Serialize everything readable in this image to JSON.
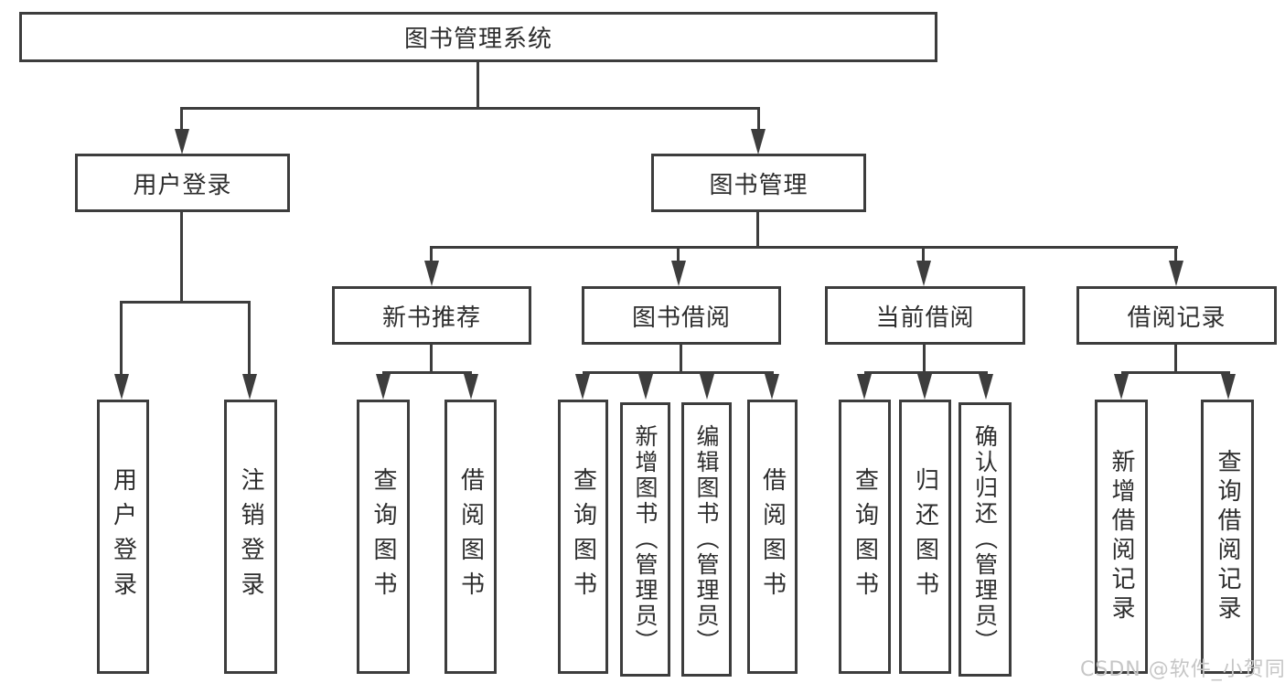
{
  "watermark": "CSDN @软件_小贺同学",
  "colors": {
    "line": "#3d3d3d",
    "text": "#2d2d2d",
    "watermark": "#c6c6c6",
    "background": "#ffffff"
  },
  "tree": {
    "label": "图书管理系统",
    "children": [
      {
        "label": "用户登录",
        "children": [
          {
            "label": "用户登录"
          },
          {
            "label": "注销登录"
          }
        ]
      },
      {
        "label": "图书管理",
        "children": [
          {
            "label": "新书推荐",
            "children": [
              {
                "label": "查询图书"
              },
              {
                "label": "借阅图书"
              }
            ]
          },
          {
            "label": "图书借阅",
            "children": [
              {
                "label": "查询图书"
              },
              {
                "label": "新增图书（管理员）"
              },
              {
                "label": "编辑图书（管理员）"
              },
              {
                "label": "借阅图书"
              }
            ]
          },
          {
            "label": "当前借阅",
            "children": [
              {
                "label": "查询图书"
              },
              {
                "label": "归还图书"
              },
              {
                "label": "确认归还（管理员）"
              }
            ]
          },
          {
            "label": "借阅记录",
            "children": [
              {
                "label": "新增借阅记录"
              },
              {
                "label": "查询借阅记录"
              }
            ]
          }
        ]
      }
    ]
  }
}
